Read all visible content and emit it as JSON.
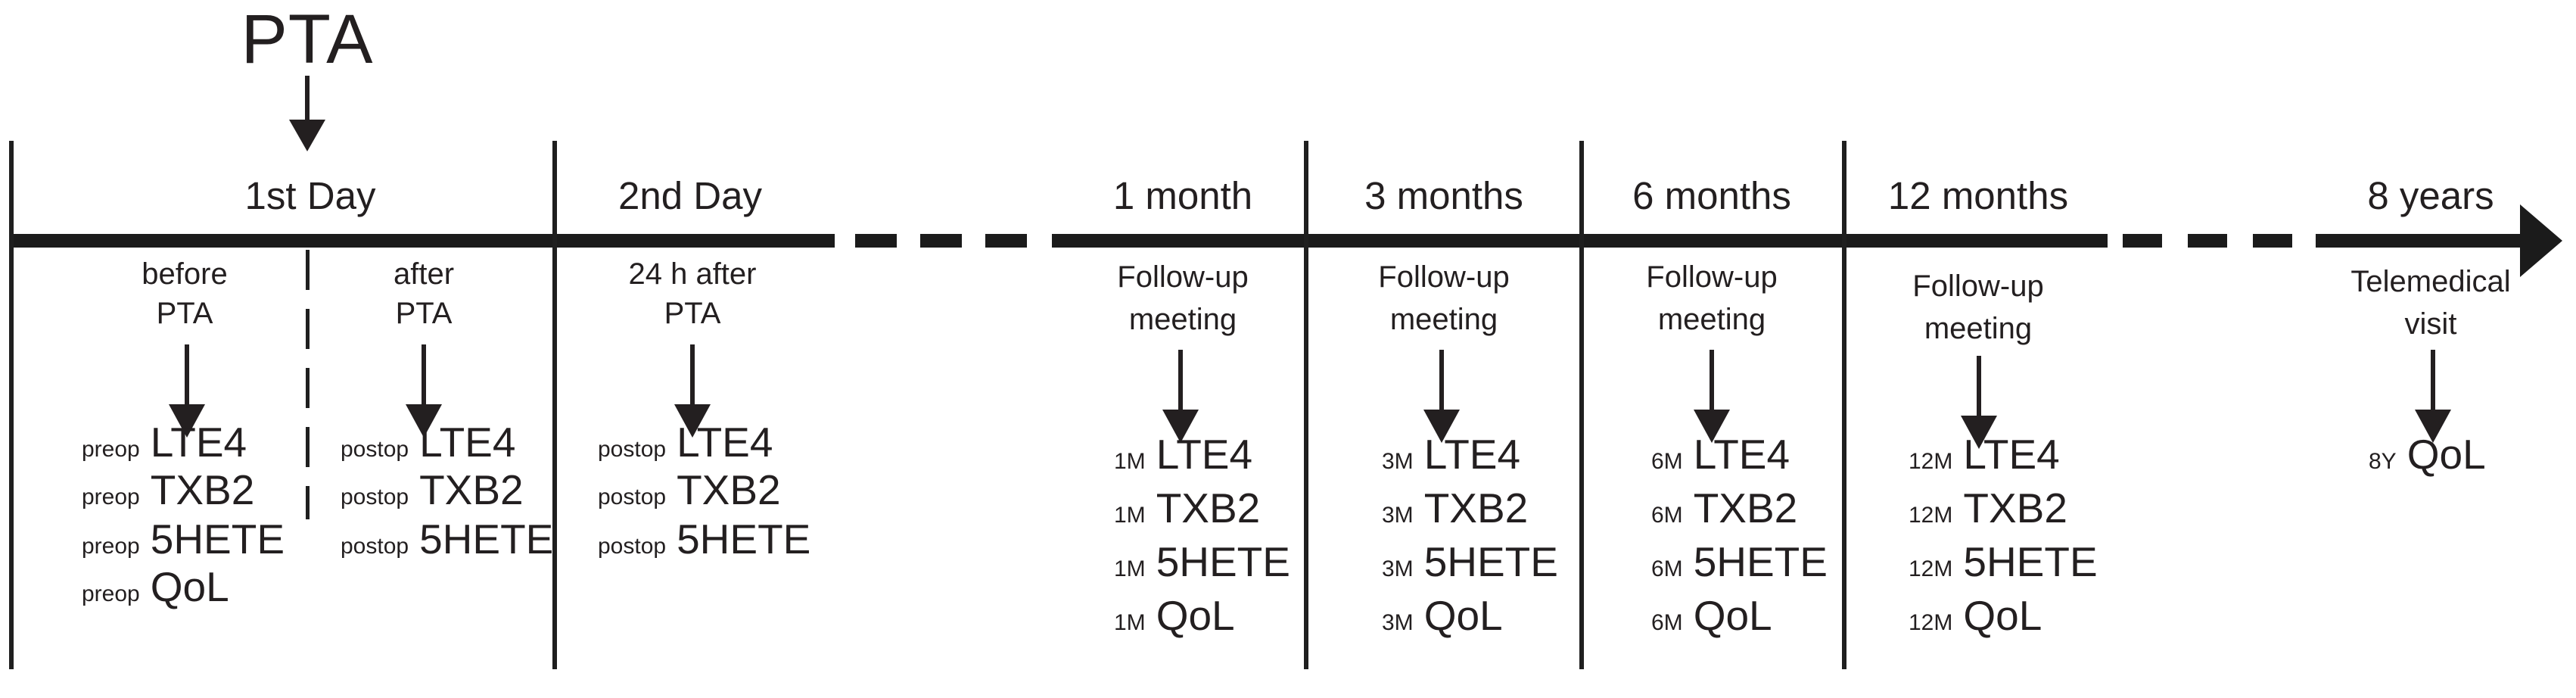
{
  "colors": {
    "ink": "#231f20",
    "background": "#ffffff"
  },
  "intervention": {
    "label": "PTA"
  },
  "timeline": {
    "direction": "left-to-right",
    "sections": [
      {
        "period": "1st Day",
        "events": [
          {
            "line1": "before",
            "line2": "PTA",
            "prefix": "preop",
            "measurements": [
              "LTE4",
              "TXB2",
              "5HETE",
              "QoL"
            ]
          },
          {
            "line1": "after",
            "line2": "PTA",
            "prefix": "postop",
            "measurements": [
              "LTE4",
              "TXB2",
              "5HETE"
            ]
          }
        ]
      },
      {
        "period": "2nd Day",
        "events": [
          {
            "line1": "24 h after",
            "line2": "PTA",
            "prefix": "postop",
            "measurements": [
              "LTE4",
              "TXB2",
              "5HETE"
            ]
          }
        ]
      },
      {
        "period": "1 month",
        "events": [
          {
            "line1": "Follow-up",
            "line2": "meeting",
            "prefix": "1M",
            "measurements": [
              "LTE4",
              "TXB2",
              "5HETE",
              "QoL"
            ]
          }
        ]
      },
      {
        "period": "3 months",
        "events": [
          {
            "line1": "Follow-up",
            "line2": "meeting",
            "prefix": "3M",
            "measurements": [
              "LTE4",
              "TXB2",
              "5HETE",
              "QoL"
            ]
          }
        ]
      },
      {
        "period": "6 months",
        "events": [
          {
            "line1": "Follow-up",
            "line2": "meeting",
            "prefix": "6M",
            "measurements": [
              "LTE4",
              "TXB2",
              "5HETE",
              "QoL"
            ]
          }
        ]
      },
      {
        "period": "12 months",
        "events": [
          {
            "line1": "Follow-up",
            "line2": "meeting",
            "prefix": "12M",
            "measurements": [
              "LTE4",
              "TXB2",
              "5HETE",
              "QoL"
            ]
          }
        ]
      },
      {
        "period": "8 years",
        "events": [
          {
            "line1": "Telemedical",
            "line2": "visit",
            "prefix": "8Y",
            "measurements": [
              "QoL"
            ]
          }
        ]
      }
    ]
  }
}
